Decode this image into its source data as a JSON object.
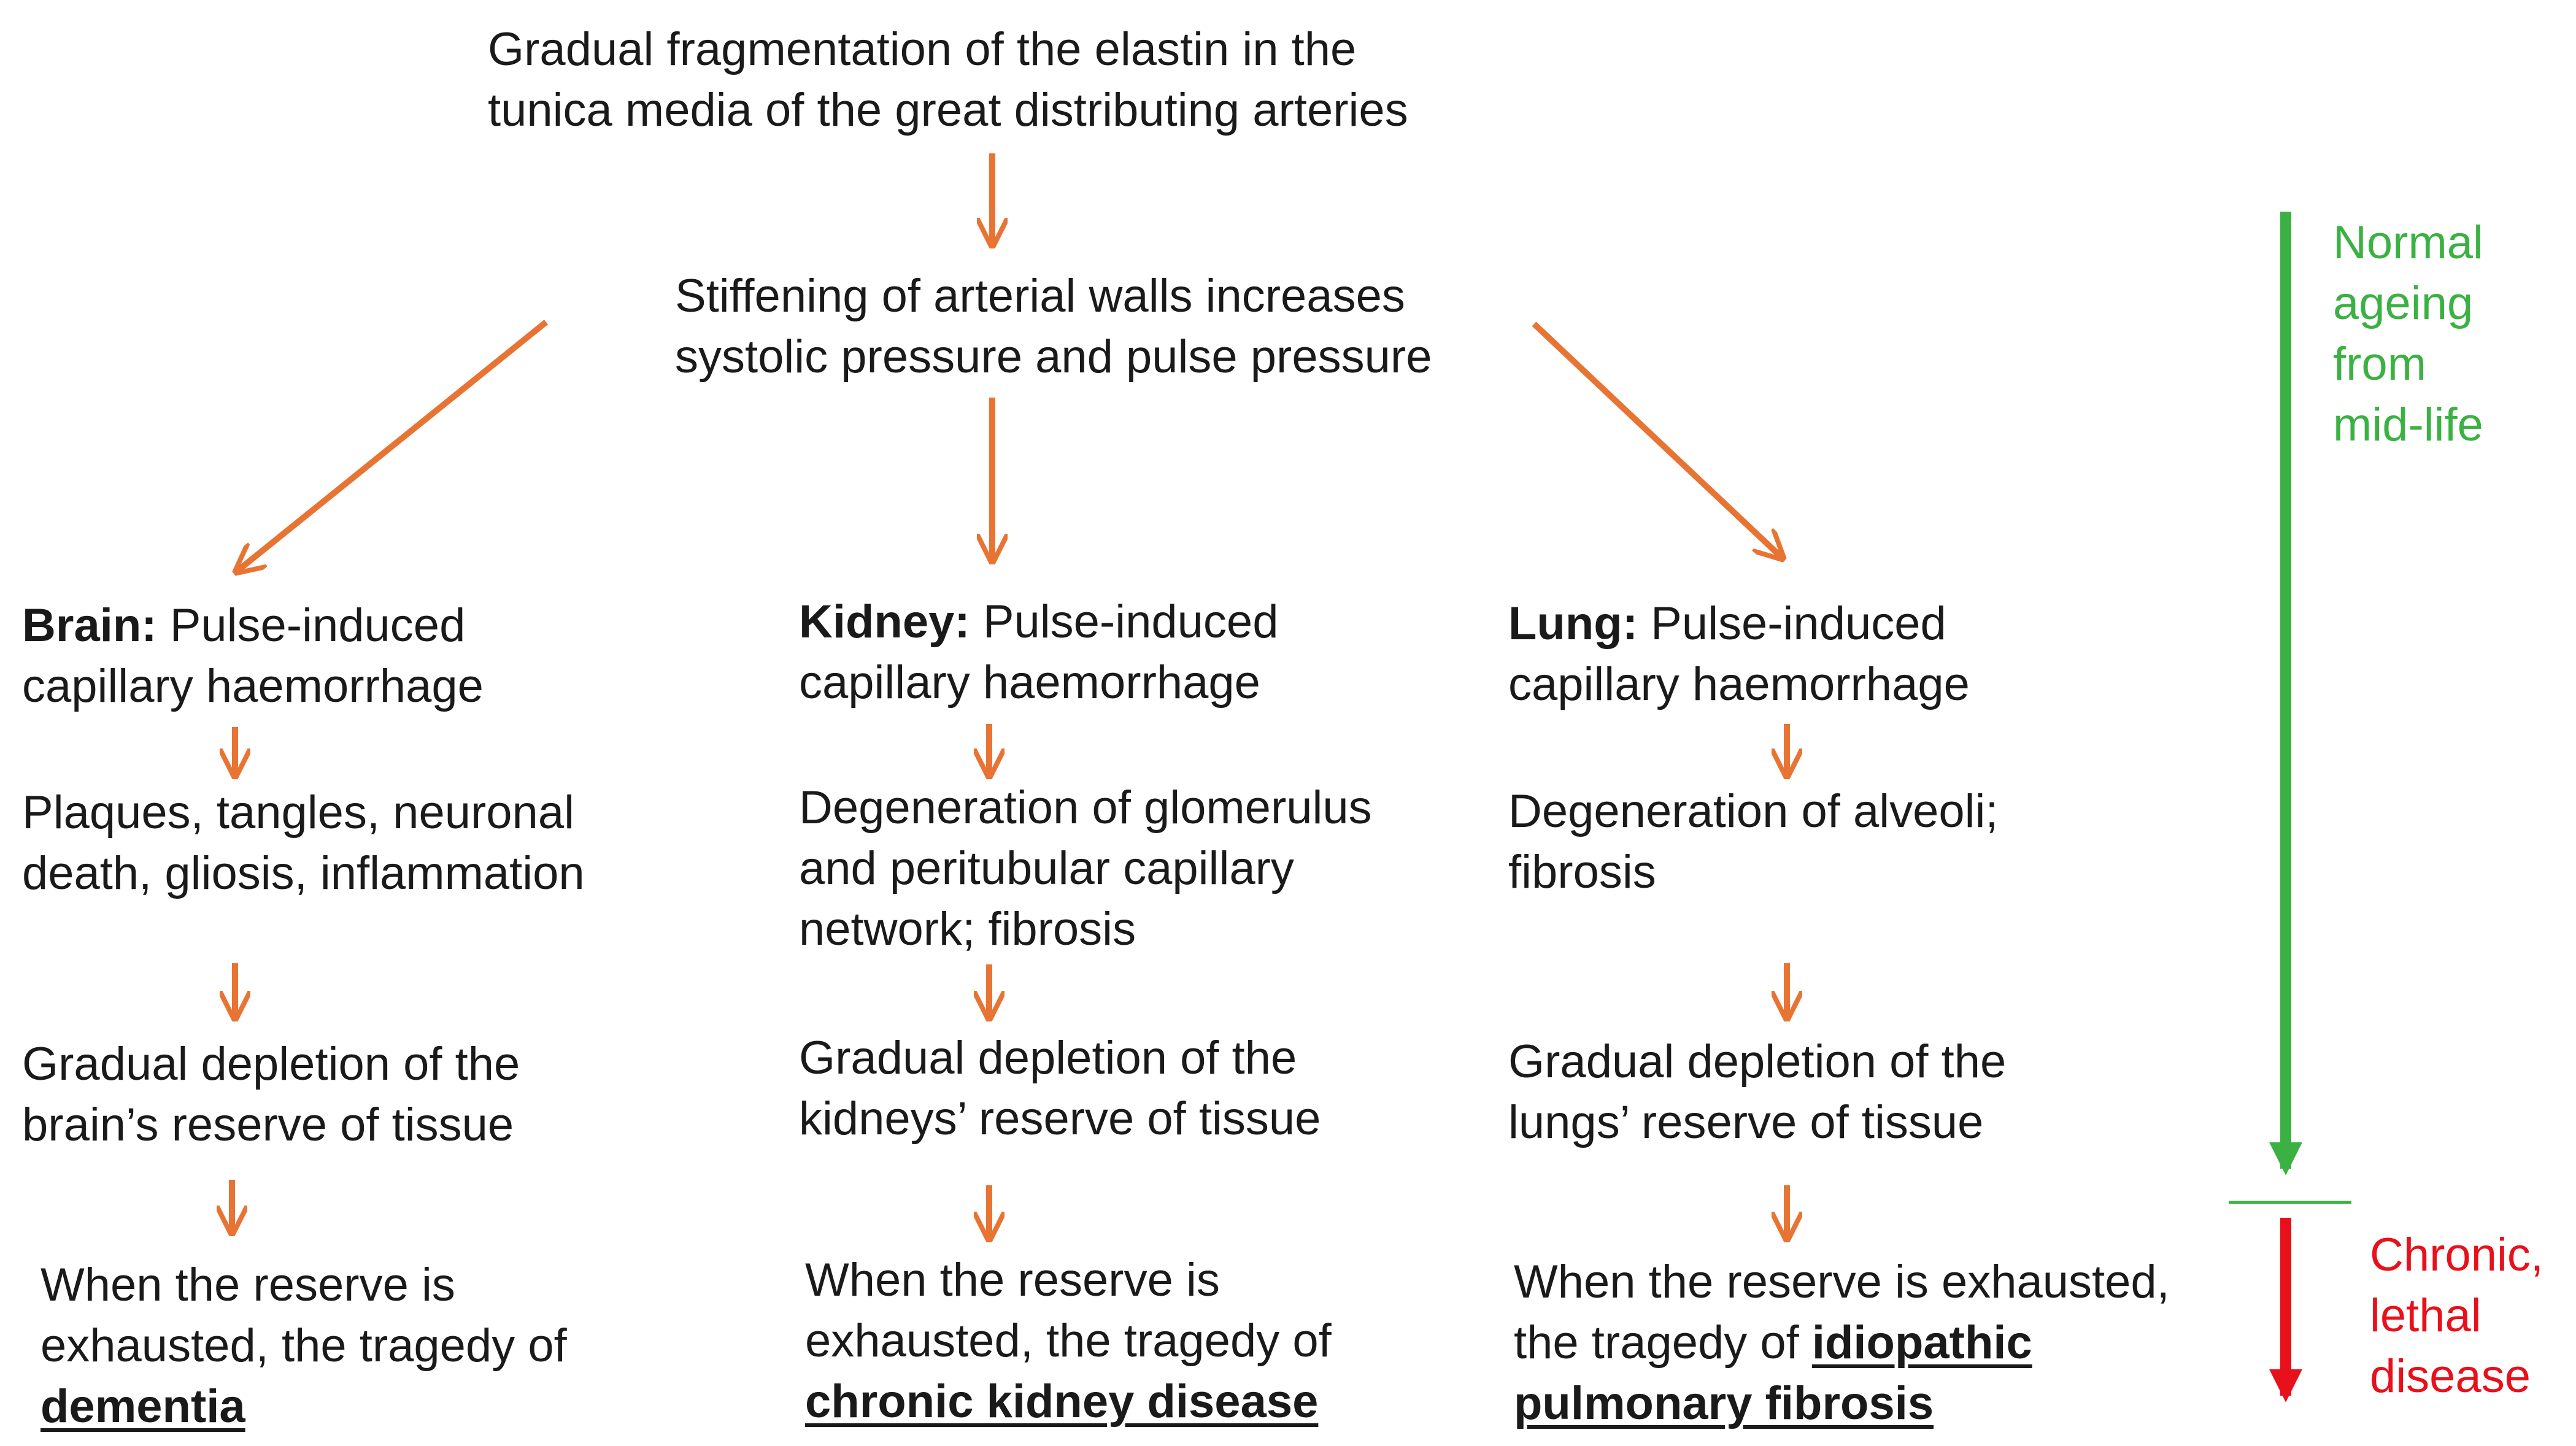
{
  "top": {
    "line1": "Gradual fragmentation of the elastin in the",
    "line2": "tunica media of the great distributing arteries"
  },
  "middle": {
    "line1": "Stiffening of arterial walls increases",
    "line2": "systolic pressure and pulse pressure"
  },
  "columns": {
    "brain": {
      "organ": "Brain:",
      "h_rest": " Pulse-induced",
      "h_line2": "capillary haemorrhage",
      "s2_l1": "Plaques, tangles, neuronal",
      "s2_l2": "death, gliosis, inflammation",
      "s3_l1": "Gradual depletion of the",
      "s3_l2": "brain’s reserve of tissue",
      "s4_l1": "When the reserve is",
      "s4_l2": "exhausted, the tragedy of",
      "s4_disease": "dementia"
    },
    "kidney": {
      "organ": "Kidney:",
      "h_rest": " Pulse-induced",
      "h_line2": "capillary haemorrhage",
      "s2_l1": "Degeneration of glomerulus",
      "s2_l2": "and peritubular capillary",
      "s2_l3": "network; fibrosis",
      "s3_l1": "Gradual depletion of the",
      "s3_l2": "kidneys’ reserve of tissue",
      "s4_l1": "When the reserve is",
      "s4_l2": "exhausted, the tragedy of",
      "s4_disease": "chronic kidney disease"
    },
    "lung": {
      "organ": "Lung:",
      "h_rest": " Pulse-induced",
      "h_line2": "capillary haemorrhage",
      "s2_l1": "Degeneration of alveoli;",
      "s2_l2": "fibrosis",
      "s3_l1": "Gradual depletion of the",
      "s3_l2": "lungs’ reserve of tissue",
      "s4_l1": "When the reserve is exhausted,",
      "s4_l2_prefix": "the tragedy of ",
      "s4_disease1": "idiopathic",
      "s4_disease2": "pulmonary fibrosis"
    }
  },
  "timeline": {
    "normal": [
      "Normal",
      "ageing",
      "from",
      "mid-life"
    ],
    "disease": [
      "Chronic,",
      "lethal",
      "disease"
    ]
  },
  "colors": {
    "arrow": "#e87434",
    "normal": "#3bb143",
    "disease": "#e8101a",
    "divider": "#3bb143"
  }
}
